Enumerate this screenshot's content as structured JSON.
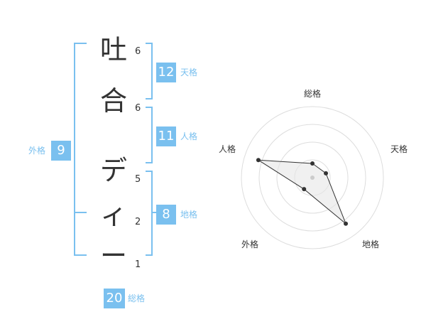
{
  "name": {
    "chars": [
      {
        "char": "吐",
        "strokes": "6"
      },
      {
        "char": "合",
        "strokes": "6"
      },
      {
        "char": "デ",
        "strokes": "5"
      },
      {
        "char": "ィ",
        "strokes": "2"
      },
      {
        "char": "ー",
        "strokes": "1"
      }
    ]
  },
  "kaku": {
    "tenkaku": {
      "value": "12",
      "label": "天格"
    },
    "jinkaku": {
      "value": "11",
      "label": "人格"
    },
    "chikaku": {
      "value": "8",
      "label": "地格"
    },
    "gaikaku": {
      "value": "9",
      "label": "外格"
    },
    "soukaku": {
      "value": "20",
      "label": "総格"
    }
  },
  "chart_data": {
    "type": "radar",
    "axes": [
      "総格",
      "天格",
      "地格",
      "外格",
      "人格"
    ],
    "values": [
      0.2,
      0.2,
      0.8,
      0.2,
      0.8
    ],
    "rings": 4
  },
  "colors": {
    "accent": "#7ac0ef",
    "text": "#333333",
    "radar_fill": "#e6e6e6"
  }
}
